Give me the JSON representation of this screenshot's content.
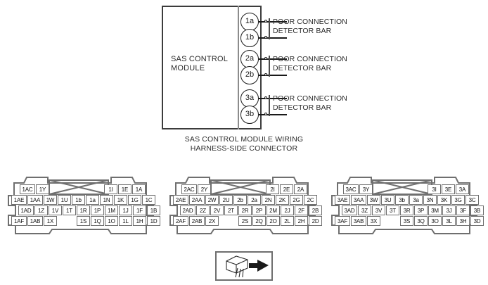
{
  "diagram": {
    "module": {
      "title_line1": "SAS CONTROL",
      "title_line2": "MODULE"
    },
    "pins": [
      "1a",
      "1b",
      "2a",
      "2b",
      "3a",
      "3b"
    ],
    "detector_labels": [
      {
        "line1": "POOR CONNECTION",
        "line2": "DETECTOR BAR"
      },
      {
        "line1": "POOR CONNECTION",
        "line2": "DETECTOR BAR"
      },
      {
        "line1": "POOR CONNECTION",
        "line2": "DETECTOR BAR"
      }
    ],
    "caption": {
      "line1": "SAS CONTROL MODULE WIRING",
      "line2": "HARNESS-SIDE CONNECTOR"
    }
  },
  "connectors": [
    {
      "id": "connector-1",
      "rows": {
        "row1_left": [
          "1AC",
          "1Y"
        ],
        "row1_right": [
          "1I",
          "1E",
          "1A"
        ],
        "row2": [
          "1AE",
          "1AA",
          "1W",
          "1U",
          "1b",
          "1a",
          "1N",
          "1K",
          "1G",
          "1C"
        ],
        "row3": [
          "1AD",
          "1Z",
          "1V",
          "1T",
          "1R",
          "1P",
          "1M",
          "1J",
          "1F",
          "1B"
        ],
        "row4_left": [
          "1AF",
          "1AB",
          "1X"
        ],
        "row4_right": [
          "1S",
          "1Q",
          "1O",
          "1L",
          "1H",
          "1D"
        ]
      }
    },
    {
      "id": "connector-2",
      "rows": {
        "row1_left": [
          "2AC",
          "2Y"
        ],
        "row1_right": [
          "2I",
          "2E",
          "2A"
        ],
        "row2": [
          "2AE",
          "2AA",
          "2W",
          "2U",
          "2b",
          "2a",
          "2N",
          "2K",
          "2G",
          "2C"
        ],
        "row3": [
          "2AD",
          "2Z",
          "2V",
          "2T",
          "2R",
          "2P",
          "2M",
          "2J",
          "2F",
          "2B"
        ],
        "row4_left": [
          "2AF",
          "2AB",
          "2X"
        ],
        "row4_right": [
          "2S",
          "2Q",
          "2O",
          "2L",
          "2H",
          "2D"
        ]
      }
    },
    {
      "id": "connector-3",
      "rows": {
        "row1_left": [
          "3AC",
          "3Y"
        ],
        "row1_right": [
          "3I",
          "3E",
          "3A"
        ],
        "row2": [
          "3AE",
          "3AA",
          "3W",
          "3U",
          "3b",
          "3a",
          "3N",
          "3K",
          "3G",
          "3C"
        ],
        "row3": [
          "3AD",
          "3Z",
          "3V",
          "3T",
          "3R",
          "3P",
          "3M",
          "3J",
          "3F",
          "3B"
        ],
        "row4_left": [
          "3AF",
          "3AB",
          "3X"
        ],
        "row4_right": [
          "3S",
          "3Q",
          "3O",
          "3L",
          "3H",
          "3D"
        ]
      }
    }
  ],
  "colors": {
    "outline": "#1a1a1a",
    "shell_stroke": "#6f6f6f",
    "cell_stroke": "#6f6f6f",
    "text": "#2b2b2b",
    "background": "#ffffff"
  }
}
